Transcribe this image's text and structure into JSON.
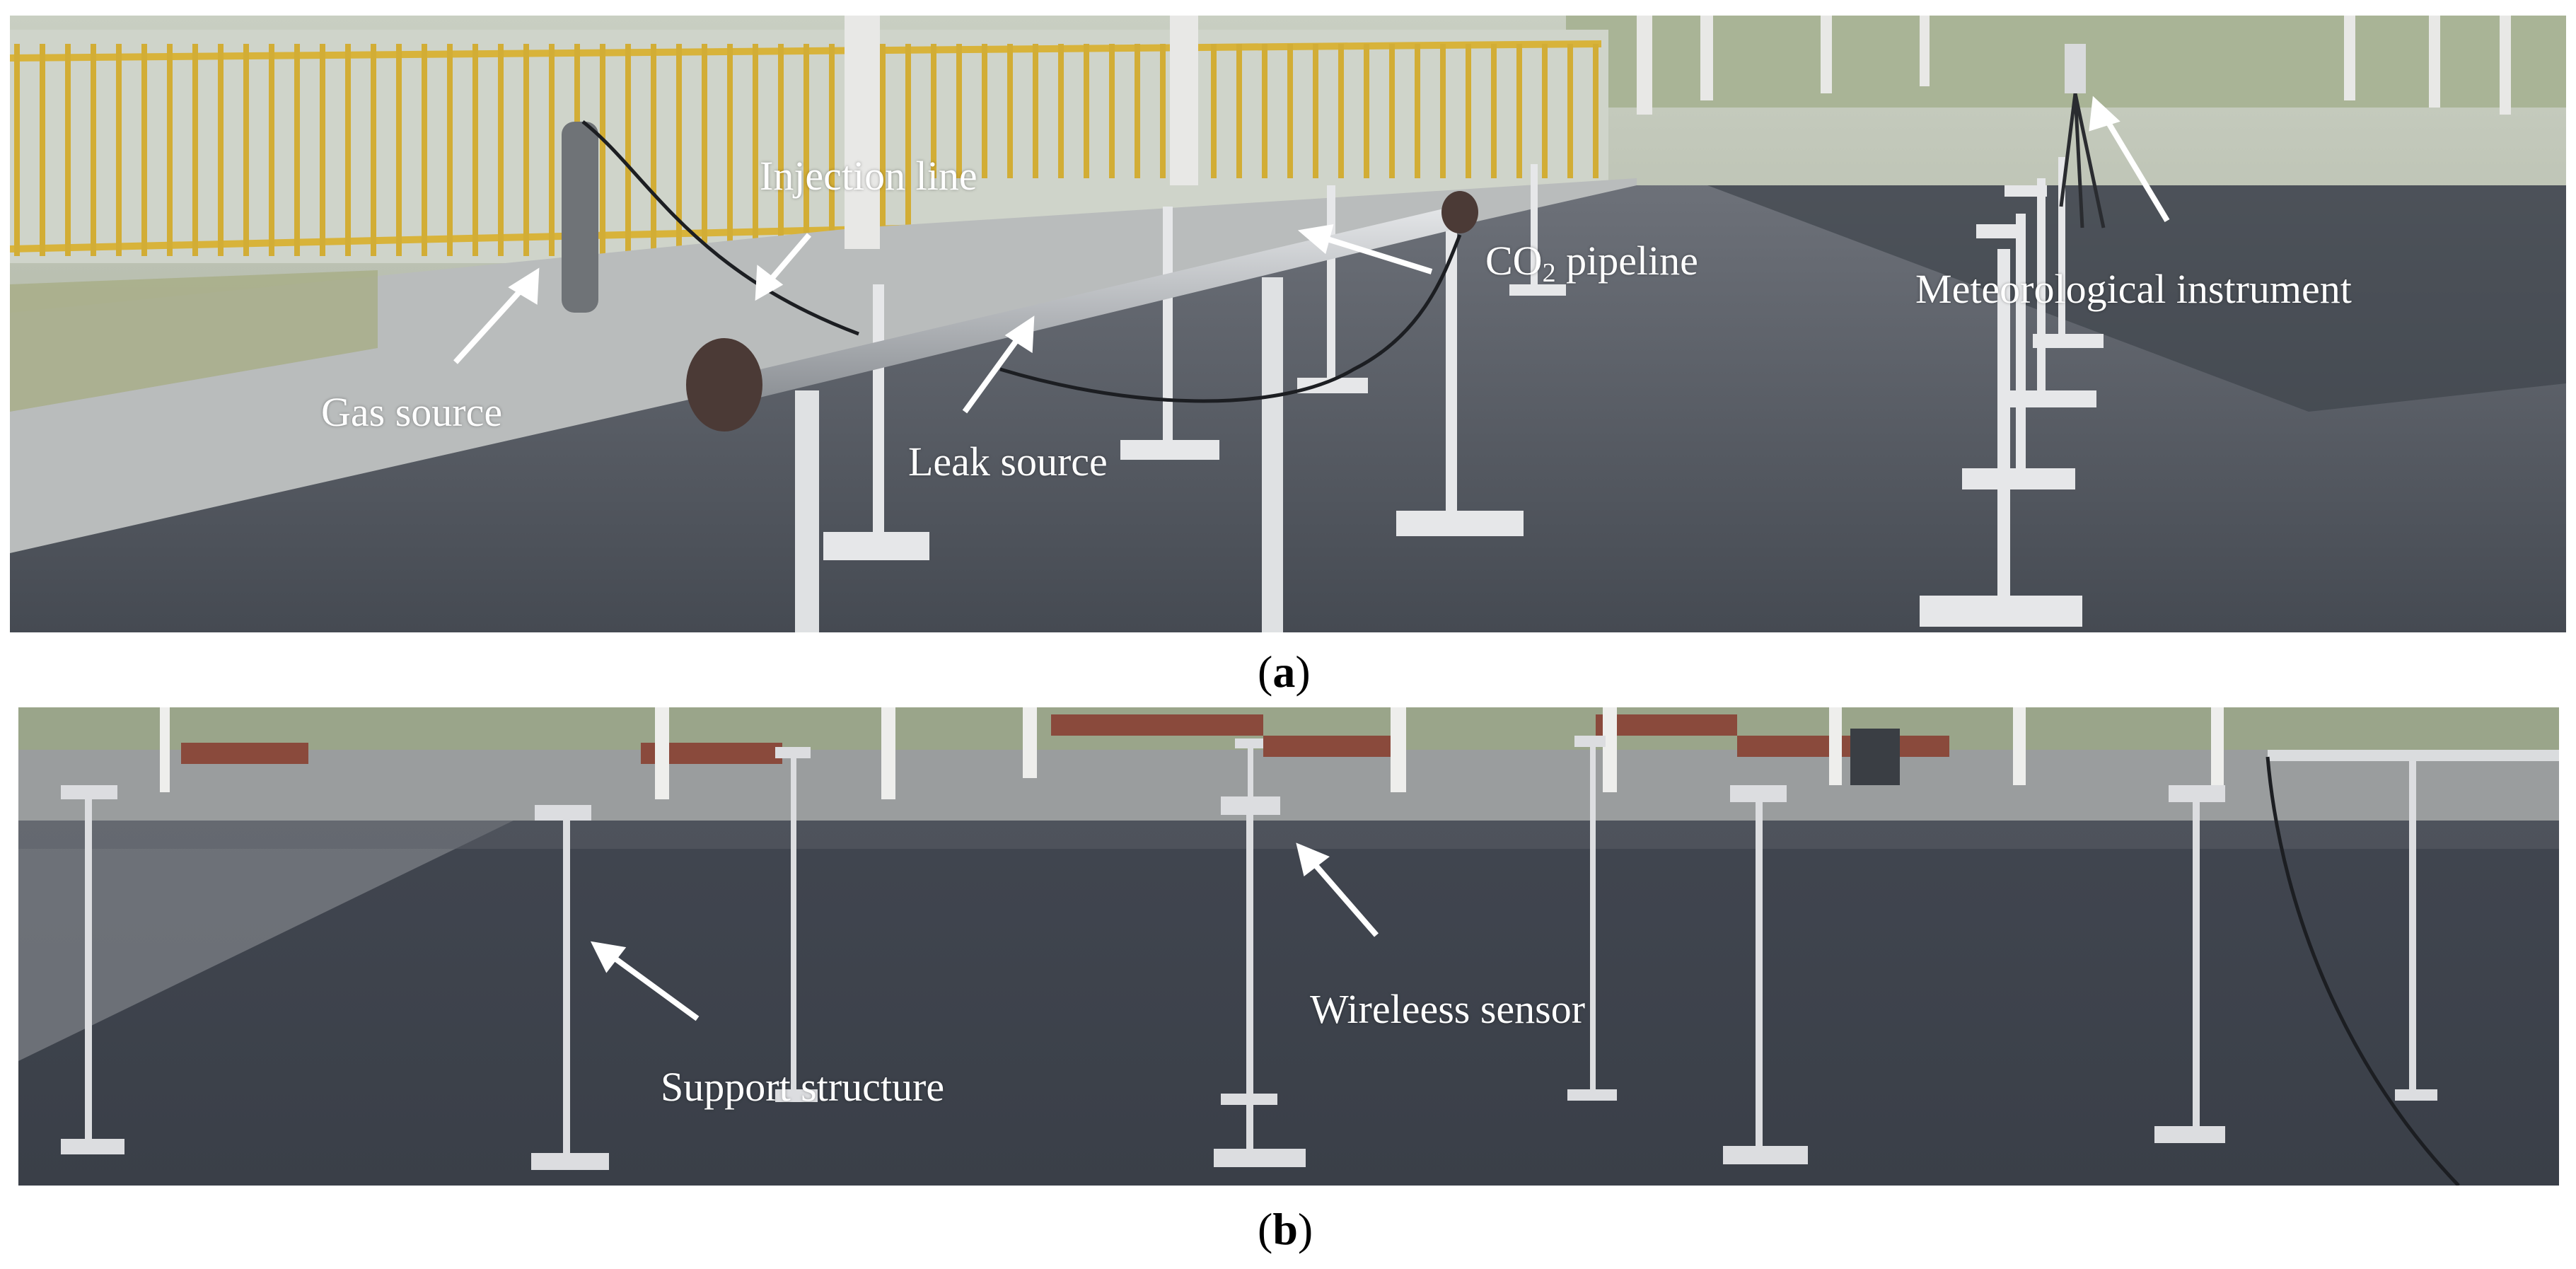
{
  "panels": {
    "a": {
      "caption_letter": "a",
      "labels": {
        "injection_line": "Injection line",
        "co2_prefix": "CO",
        "co2_subscript": "2",
        "co2_suffix": " pipeline",
        "meteorological_instrument": "Meteorological instrument",
        "gas_source": "Gas source",
        "leak_source": "Leak source"
      }
    },
    "b": {
      "caption_letter": "b",
      "labels": {
        "wireless_sensor": "Wireleess sensor",
        "support_structure": "Support structure"
      }
    }
  },
  "colors": {
    "label_text": "#ffffff",
    "arrow": "#ffffff",
    "asphalt": "#4a4f58",
    "fence": "#d8b33a",
    "sky_trees": "#b9c4a8",
    "caption_text": "#000000"
  }
}
